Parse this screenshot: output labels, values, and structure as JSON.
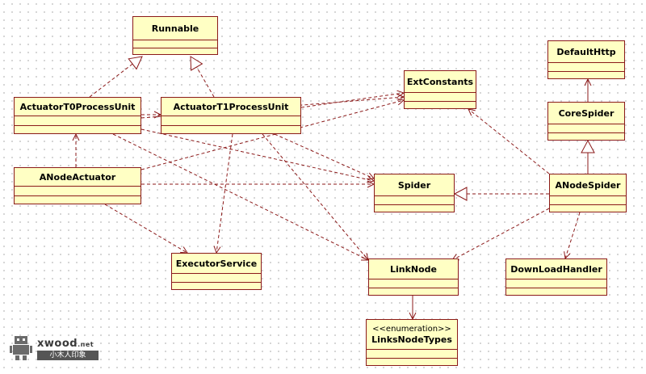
{
  "classes": [
    {
      "id": "runnable",
      "name": "Runnable"
    },
    {
      "id": "actuator-t0",
      "name": "ActuatorT0ProcessUnit"
    },
    {
      "id": "actuator-t1",
      "name": "ActuatorT1ProcessUnit"
    },
    {
      "id": "ext-constants",
      "name": "ExtConstants"
    },
    {
      "id": "default-http",
      "name": "DefaultHttp"
    },
    {
      "id": "core-spider",
      "name": "CoreSpider"
    },
    {
      "id": "anode-actuator",
      "name": "ANodeActuator"
    },
    {
      "id": "spider",
      "name": "Spider"
    },
    {
      "id": "anode-spider",
      "name": "ANodeSpider"
    },
    {
      "id": "executor-service",
      "name": "ExecutorService"
    },
    {
      "id": "link-node",
      "name": "LinkNode"
    },
    {
      "id": "download-handler",
      "name": "DownLoadHandler"
    },
    {
      "id": "links-node-types",
      "name": "LinksNodeTypes",
      "stereotype": "<<enumeration>>"
    }
  ],
  "relations": [
    {
      "from": "actuator-t0",
      "to": "runnable",
      "type": "realization"
    },
    {
      "from": "actuator-t1",
      "to": "runnable",
      "type": "realization"
    },
    {
      "from": "actuator-t0",
      "to": "actuator-t1",
      "type": "dependency"
    },
    {
      "from": "actuator-t1",
      "to": "ext-constants",
      "type": "dependency"
    },
    {
      "from": "actuator-t0",
      "to": "ext-constants",
      "type": "dependency"
    },
    {
      "from": "anode-actuator",
      "to": "ext-constants",
      "type": "dependency"
    },
    {
      "from": "anode-actuator",
      "to": "actuator-t0",
      "type": "dependency"
    },
    {
      "from": "actuator-t0",
      "to": "spider",
      "type": "dependency"
    },
    {
      "from": "actuator-t1",
      "to": "spider",
      "type": "dependency"
    },
    {
      "from": "anode-actuator",
      "to": "spider",
      "type": "dependency"
    },
    {
      "from": "actuator-t0",
      "to": "link-node",
      "type": "dependency"
    },
    {
      "from": "actuator-t1",
      "to": "link-node",
      "type": "dependency"
    },
    {
      "from": "actuator-t1",
      "to": "executor-service",
      "type": "dependency"
    },
    {
      "from": "anode-actuator",
      "to": "executor-service",
      "type": "dependency"
    },
    {
      "from": "anode-spider",
      "to": "spider",
      "type": "realization"
    },
    {
      "from": "anode-spider",
      "to": "core-spider",
      "type": "generalization"
    },
    {
      "from": "core-spider",
      "to": "default-http",
      "type": "association"
    },
    {
      "from": "anode-spider",
      "to": "ext-constants",
      "type": "dependency"
    },
    {
      "from": "anode-spider",
      "to": "link-node",
      "type": "dependency"
    },
    {
      "from": "anode-spider",
      "to": "download-handler",
      "type": "dependency"
    },
    {
      "from": "link-node",
      "to": "links-node-types",
      "type": "association"
    }
  ],
  "watermark": {
    "brand": "xwood",
    "brand_suffix": ".net",
    "subtitle": "小木人印象",
    "logo_icon": "robot-icon"
  },
  "colors": {
    "box_fill": "#ffffc4",
    "box_border": "#8b1a1a",
    "line": "#8b1a1a"
  }
}
